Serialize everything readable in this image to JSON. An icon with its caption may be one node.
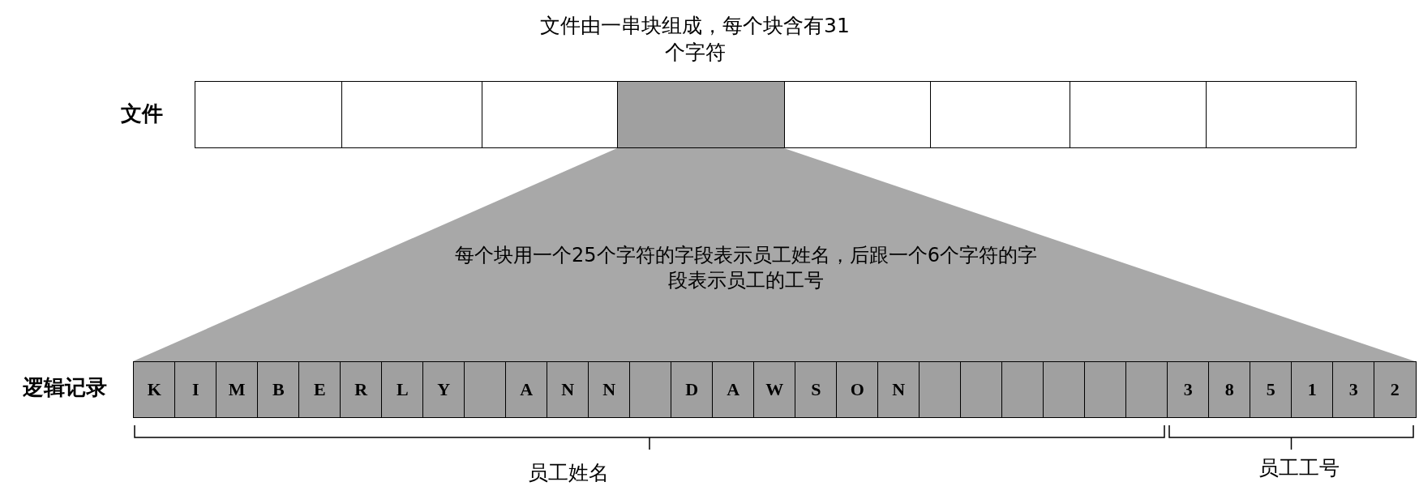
{
  "diagram": {
    "nodes": [
      {
        "text": [],
        "shape": "box"
      },
      {
        "text": [],
        "shape": "box"
      },
      {
        "text": [],
        "shape": "box"
      },
      {
        "text": [],
        "shape": "box"
      },
      {
        "text": [],
        "shape": "box"
      },
      {
        "text": [],
        "shape": "box"
      },
      {
        "text": [],
        "shape": "box"
      },
      {
        "text": [],
        "shape": "box"
      },
      {
        "text": [
          "K"
        ]
      },
      {
        "text": [
          "I"
        ]
      },
      {
        "text": [
          "M"
        ]
      },
      {
        "text": [
          "B"
        ]
      },
      {
        "text": [
          "E"
        ]
      },
      {
        "text": [
          "R"
        ]
      },
      {
        "text": [
          "L"
        ]
      },
      {
        "text": [
          "Y"
        ]
      },
      {
        "text": [],
        "shape": "box"
      },
      {
        "text": [
          "A"
        ]
      },
      {
        "text": [
          "N"
        ]
      },
      {
        "text": [
          "N"
        ]
      },
      {
        "text": [],
        "shape": "box"
      },
      {
        "text": [
          "D"
        ]
      },
      {
        "text": [
          "A"
        ]
      },
      {
        "text": [
          "W"
        ]
      },
      {
        "text": [
          "S"
        ]
      },
      {
        "text": [
          "O"
        ]
      },
      {
        "text": [
          "N"
        ]
      },
      {
        "text": [],
        "shape": "box"
      },
      {
        "text": [],
        "shape": "box"
      },
      {
        "text": [],
        "shape": "box"
      },
      {
        "text": [],
        "shape": "box"
      },
      {
        "text": [],
        "shape": "box"
      },
      {
        "text": [],
        "shape": "box"
      },
      {
        "text": [
          "3"
        ]
      },
      {
        "text": [
          "8"
        ]
      },
      {
        "text": [
          "5"
        ]
      },
      {
        "text": [
          "1"
        ]
      },
      {
        "text": [
          "3"
        ]
      },
      {
        "text": [
          "2"
        ]
      }
    ],
    "labels": [
      "文件由一串块组成，每个块含有31个字符",
      "文件",
      "每个块用一个25个字符的字段表示员工姓名，后跟一个6个字符的字段表示员工的工号",
      "逻辑记录",
      "员工姓名",
      "员工工号"
    ]
  }
}
